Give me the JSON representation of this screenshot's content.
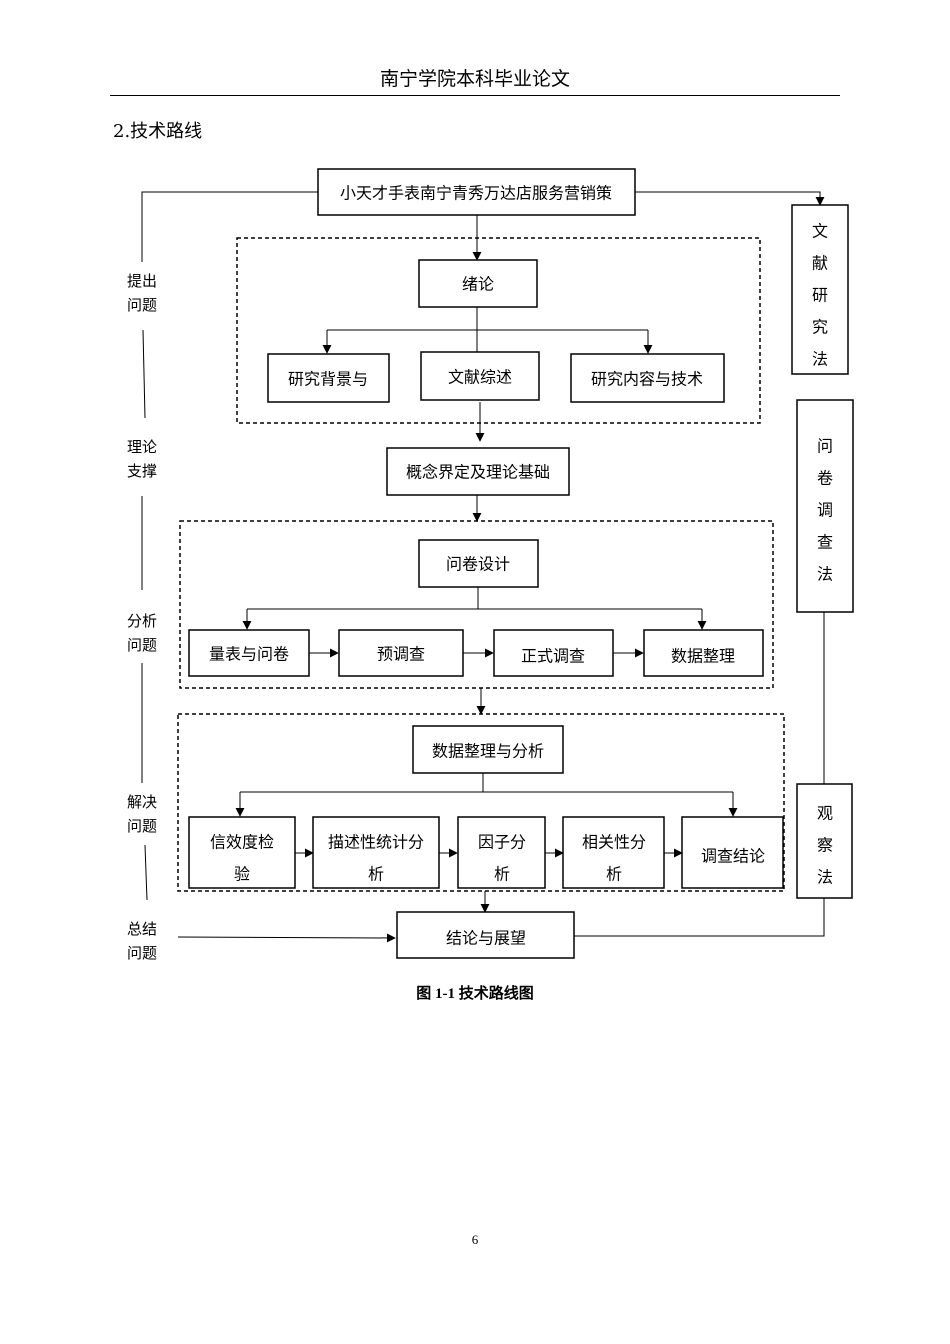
{
  "header": {
    "title": "南宁学院本科毕业论文"
  },
  "section": {
    "title": "2.技术路线"
  },
  "diagram": {
    "top": "小天才手表南宁青秀万达店服务营销策",
    "intro": {
      "title": "绪论",
      "items": [
        "研究背景与",
        "文献综述",
        "研究内容与技术"
      ]
    },
    "theory": "概念界定及理论基础",
    "survey": {
      "title": "问卷设计",
      "steps": [
        "量表与问卷",
        "预调查",
        "正式调查",
        "数据整理"
      ]
    },
    "analysis": {
      "title": "数据整理与分析",
      "steps": [
        [
          "信效度检",
          "验"
        ],
        [
          "描述性统计分",
          "析"
        ],
        [
          "因子分",
          "析"
        ],
        [
          "相关性分",
          "析"
        ],
        [
          "调查结论"
        ]
      ]
    },
    "conclusion": "结论与展望",
    "stages": [
      [
        "提出",
        "问题"
      ],
      [
        "理论",
        "支撑"
      ],
      [
        "分析",
        "问题"
      ],
      [
        "解决",
        "问题"
      ],
      [
        "总结",
        "问题"
      ]
    ],
    "methods": [
      [
        "文",
        "献",
        "研",
        "究",
        "法"
      ],
      [
        "问",
        "卷",
        "调",
        "查",
        "法"
      ],
      [
        "观",
        "察",
        "法"
      ]
    ]
  },
  "caption": "图 1-1 技术路线图",
  "page_number": "6"
}
